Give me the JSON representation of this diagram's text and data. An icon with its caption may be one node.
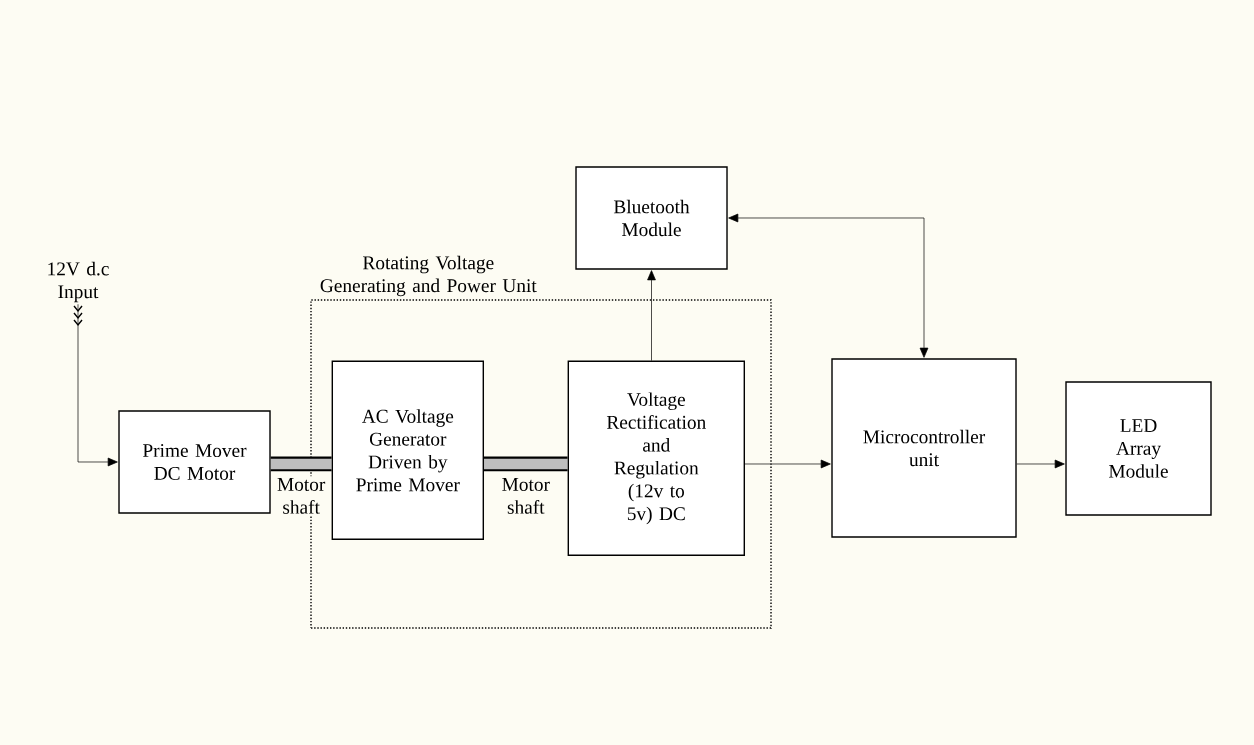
{
  "diagram": {
    "nodes": [
      {
        "text": [
          "12V d.c Input"
        ]
      },
      {
        "text": [
          "Prime Mover DC Motor"
        ]
      },
      {
        "text": [
          "Rotating Voltage Generating and Power Unit"
        ]
      },
      {
        "text": [
          "AC Voltage Generator Driven by Prime Mover"
        ],
        "in": 2
      },
      {
        "text": [
          "Voltage Rectification and Regulation (12v to 5v) DC"
        ],
        "in": 2
      },
      {
        "text": [
          "Bluetooth Module"
        ]
      },
      {
        "text": [
          "Microcontroller unit"
        ]
      },
      {
        "text": [
          "LED Array Module"
        ]
      }
    ],
    "edges": [
      {
        "from": 0,
        "to": 1,
        "arrow": "to"
      },
      {
        "from": 1,
        "to": 3,
        "arrow": "none",
        "style": "thick",
        "label": "Motor shaft"
      },
      {
        "from": 3,
        "to": 4,
        "arrow": "none",
        "style": "thick",
        "label": "Motor shaft"
      },
      {
        "from": 4,
        "to": 5,
        "arrow": "to"
      },
      {
        "from": 5,
        "to": 6,
        "arrow": "both"
      },
      {
        "from": 4,
        "to": 6,
        "arrow": "to"
      },
      {
        "from": 6,
        "to": 7,
        "arrow": "to"
      }
    ]
  }
}
